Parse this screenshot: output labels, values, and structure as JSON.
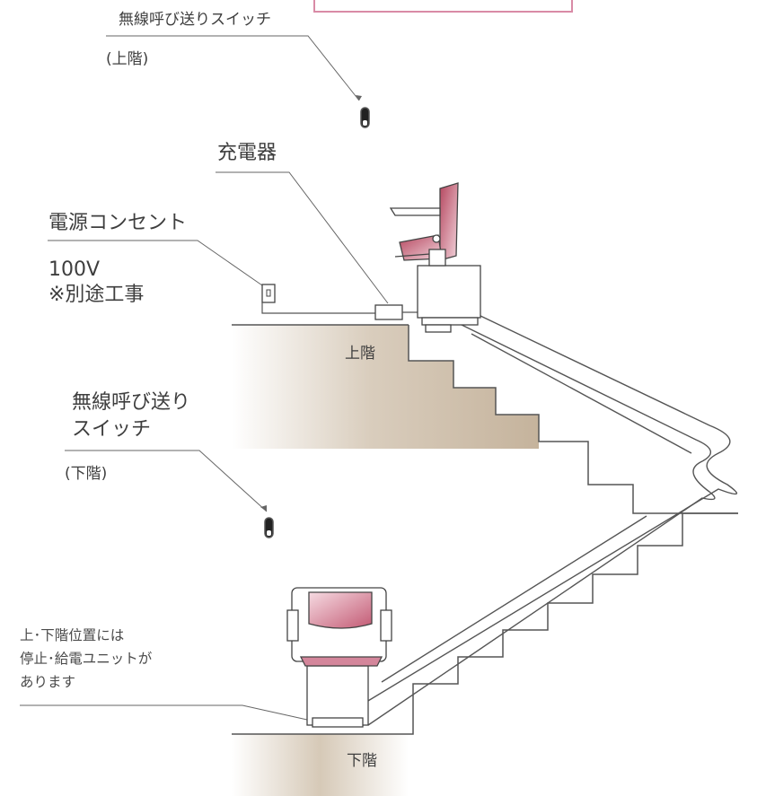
{
  "labels": {
    "switch_upper_title": "無線呼び送りスイッチ",
    "switch_upper_sub": "(上階)",
    "charger": "充電器",
    "outlet_title": "電源コンセント",
    "outlet_voltage": "100V",
    "outlet_note": "※別途工事",
    "upper_floor": "上階",
    "switch_lower_line1": "無線呼び送り",
    "switch_lower_line2": "スイッチ",
    "switch_lower_sub": "(下階)",
    "units_line1": "上･下階位置には",
    "units_line2": "停止･給電ユニットが",
    "units_line3": "あります",
    "lower_floor": "下階"
  },
  "colors": {
    "line": "#555555",
    "floor_brown": "#c9b9a4",
    "seat_pink": "#c9697f",
    "box_border": "#d98ba6"
  }
}
